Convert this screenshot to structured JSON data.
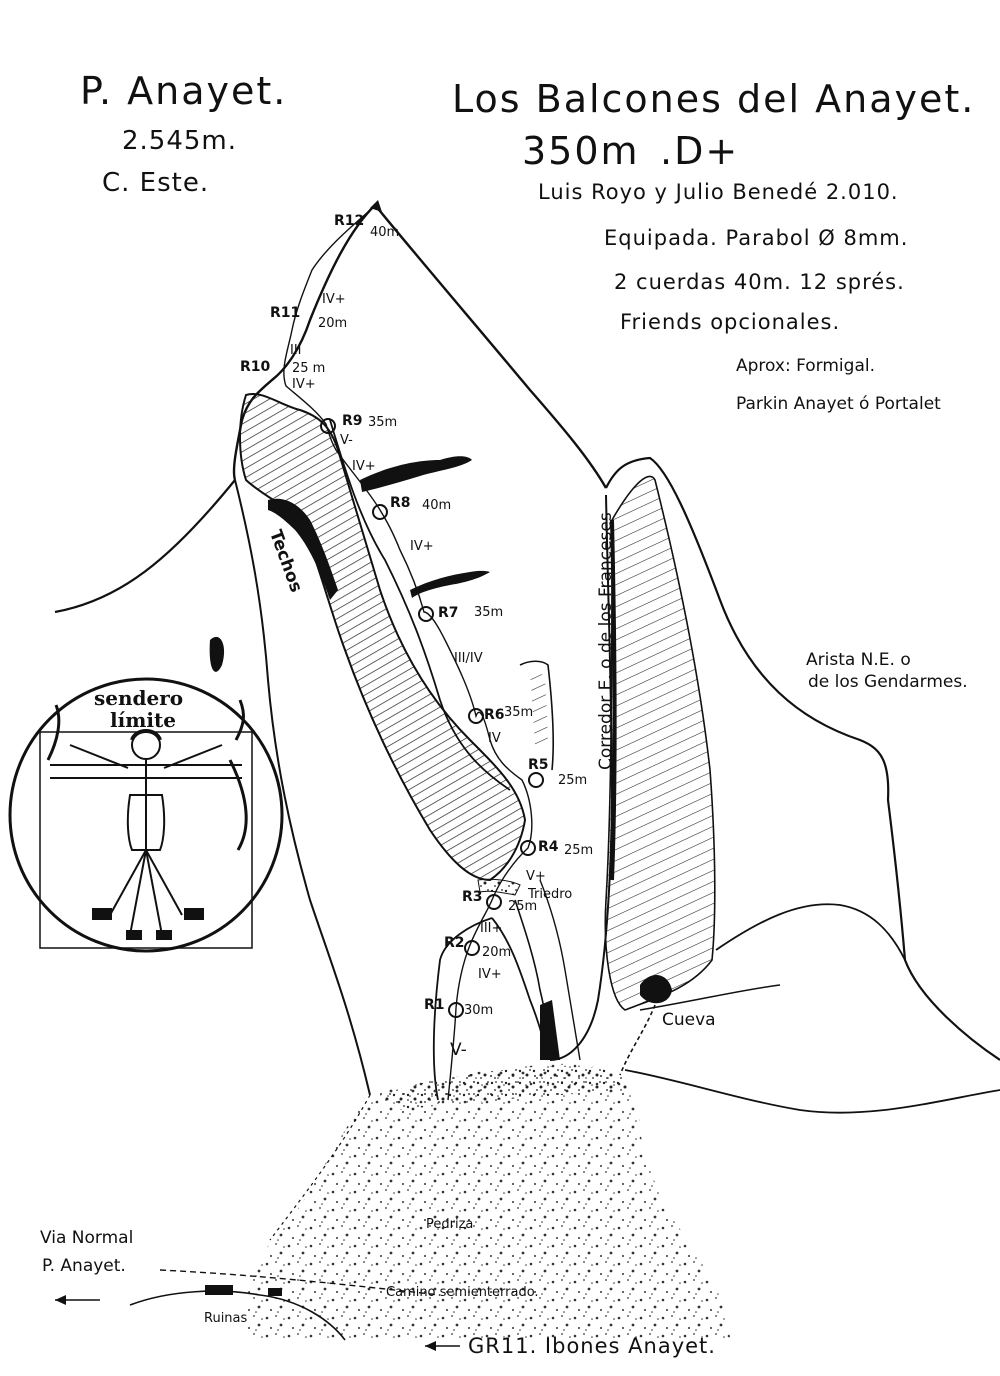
{
  "header": {
    "peak_name": "P. Anayet.",
    "peak_altitude": "2.545m.",
    "peak_face": "C. Este.",
    "route_title": "Los Balcones del Anayet.",
    "route_length": "350m",
    "route_grade": ".D+",
    "authors": "Luis Royo y Julio Benedé 2.010.",
    "gear_1": "Equipada. Parabol Ø 8mm.",
    "gear_2": "2 cuerdas 40m. 12 sprés.",
    "gear_3": "Friends opcionales.",
    "approach_1": "Aprox: Formigal.",
    "approach_2": "Parkin Anayet ó Portalet"
  },
  "belays": [
    {
      "id": "R12",
      "length": "40m"
    },
    {
      "id": "R11",
      "length": "20m"
    },
    {
      "id": "R10",
      "length": "25 m"
    },
    {
      "id": "R9",
      "length": "35m"
    },
    {
      "id": "R8",
      "length": "40m"
    },
    {
      "id": "R7",
      "length": "35m"
    },
    {
      "id": "R6",
      "length": "35m"
    },
    {
      "id": "R5",
      "length": "25m"
    },
    {
      "id": "R4",
      "length": "25m"
    },
    {
      "id": "R3",
      "length": "25m"
    },
    {
      "id": "R2",
      "length": "20m"
    },
    {
      "id": "R1",
      "length": "30m"
    }
  ],
  "grades": [
    "IV+",
    "III",
    "IV+",
    "V-",
    "IV+",
    "IV+",
    "III/IV",
    "IV",
    "V+",
    "III+",
    "IV+",
    "V-"
  ],
  "features": {
    "techos": "Techos",
    "triedro": "Triedro",
    "corredor": "Corredor E. o de los Franceses",
    "arista_1": "Arista N.E. o",
    "arista_2": "de los Gendarmes.",
    "cueva": "Cueva",
    "pedriza": "Pedriza",
    "via_normal_1": "Via Normal",
    "via_normal_2": "P. Anayet.",
    "camino": "Camino semienterrado.",
    "ruinas": "Ruinas",
    "gr11": "GR11. Ibones Anayet."
  },
  "logo": {
    "line_1": "sendero",
    "line_2": "límite"
  }
}
